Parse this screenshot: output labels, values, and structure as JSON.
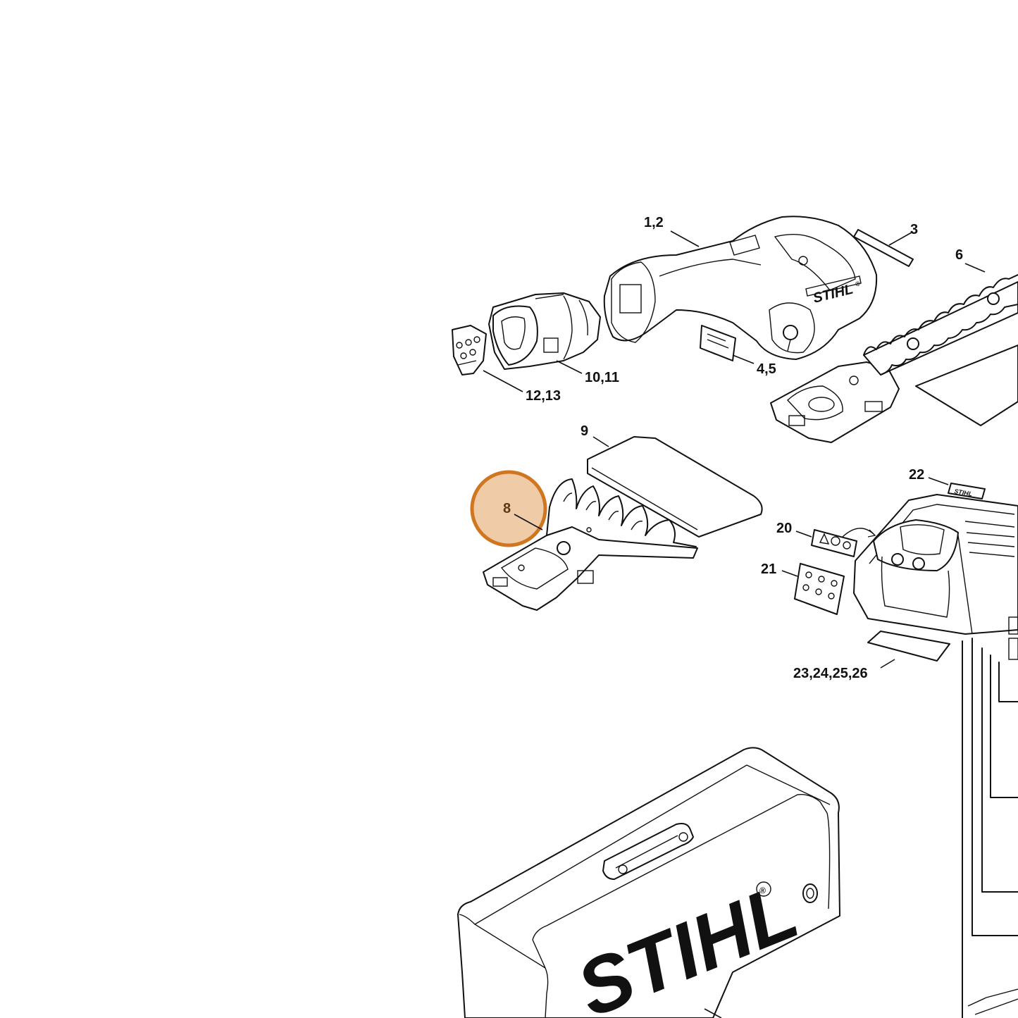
{
  "diagram": {
    "highlight_color": "#d0761f",
    "highlight_fill": "#e9b98a",
    "highlighted_part": "8",
    "labels": {
      "l_1_2": "1,2",
      "l_3": "3",
      "l_4_5": "4,5",
      "l_6": "6",
      "l_8": "8",
      "l_9": "9",
      "l_10_11": "10,11",
      "l_12_13": "12,13",
      "l_20": "20",
      "l_21": "21",
      "l_22": "22",
      "l_23_26": "23,24,25,26"
    },
    "brand": {
      "tool": "STIHL",
      "tool_reg": "®",
      "decal": "STIHL",
      "case": "STIHL",
      "case_reg": "®"
    },
    "icons": [
      "motor-unit-icon",
      "battery-icon",
      "hedge-blade-icon",
      "shrub-blade-icon",
      "blade-guard-icon",
      "charger-icon",
      "carry-case-icon",
      "warning-decal-icon"
    ]
  }
}
